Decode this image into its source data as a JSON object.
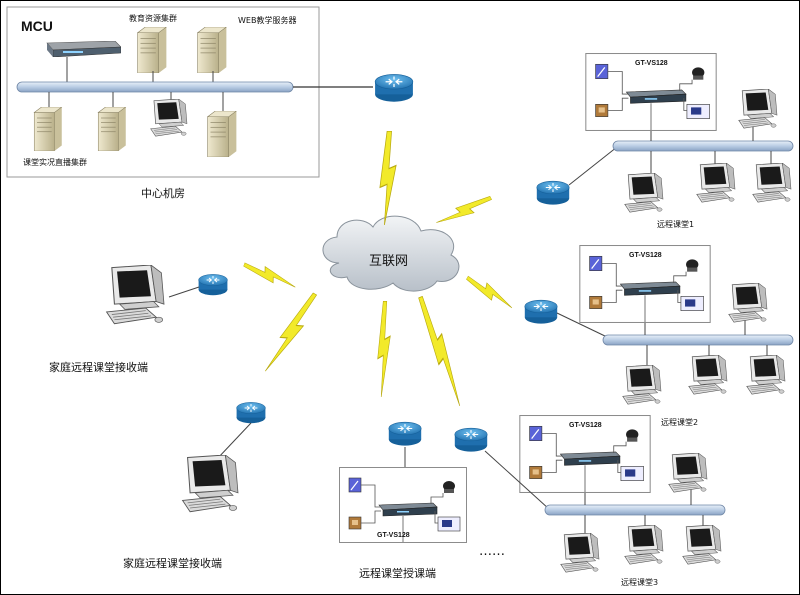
{
  "center": {
    "mcu_label": "MCU",
    "edu_cluster": "教育资源集群",
    "web_server": "WEB教学服务器",
    "live_cluster": "课堂实况直播集群",
    "room_label": "中心机房"
  },
  "internet_label": "互联网",
  "device_label": "GT-VS128",
  "remote_classrooms": [
    {
      "label": "远程课堂1"
    },
    {
      "label": "远程课堂2"
    },
    {
      "label": "远程课堂3"
    }
  ],
  "home_receivers": [
    {
      "label": "家庭远程课堂接收端"
    },
    {
      "label": "家庭远程课堂接收端"
    }
  ],
  "teaching_end": {
    "label": "远程课堂授课端",
    "ellipsis": "……"
  },
  "colors": {
    "router": "#2f89c8",
    "bus_fill": "#c5d6ea",
    "bus_stroke": "#6f86a6",
    "lightning": "#f2ea2a",
    "cloud": "#d8dde3"
  }
}
